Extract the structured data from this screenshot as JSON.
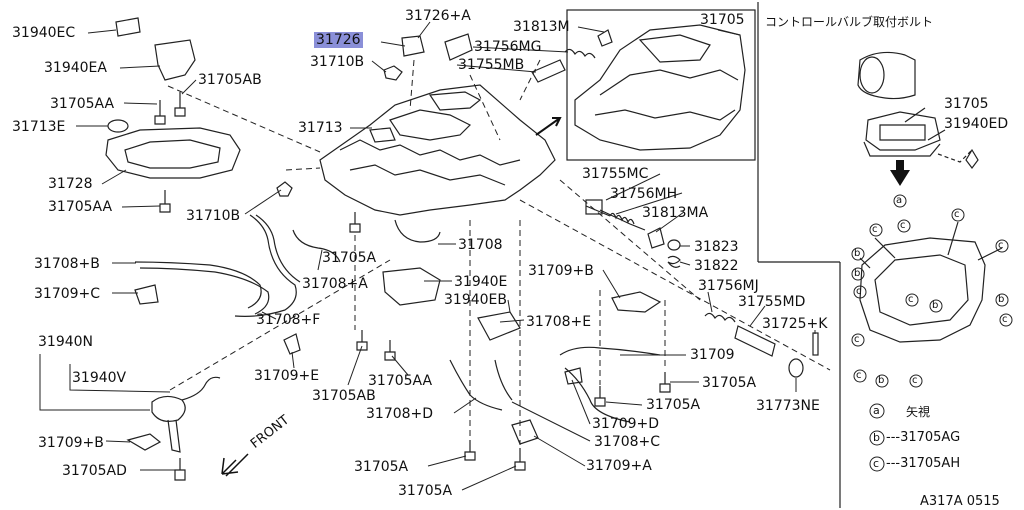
{
  "diagram": {
    "part_numbers": {
      "p31940ec": "31940EC",
      "p31940ea": "31940EA",
      "p31705ab_top": "31705AB",
      "p31705aa_left": "31705AA",
      "p31713e": "31713E",
      "p31728": "31728",
      "p31705aa_left2": "31705AA",
      "p31710b_left": "31710B",
      "p31726": "31726",
      "p31710b_top": "31710B",
      "p31726a": "31726+A",
      "p31813m": "31813M",
      "p31756mg": "31756MG",
      "p31755mb": "31755MB",
      "p31705_top": "31705",
      "p31713": "31713",
      "p31708_mid": "31708",
      "p31705a_mid": "31705A",
      "p31708b": "31708+B",
      "p31709c": "31709+C",
      "p31708a": "31708+A",
      "p31940e": "31940E",
      "p31940eb": "31940EB",
      "p31708f": "31708+F",
      "p31709b_mid": "31709+B",
      "p31755mc": "31755MC",
      "p31756mh": "31756MH",
      "p31813ma": "31813MA",
      "p31823": "31823",
      "p31822": "31822",
      "p31756mj": "31756MJ",
      "p31755md": "31755MD",
      "p31725k": "31725+K",
      "p31773ne": "31773NE",
      "p31708e": "31708+E",
      "p31709": "31709",
      "p31705a_r1": "31705A",
      "p31705a_r2": "31705A",
      "p31709d": "31709+D",
      "p31708c": "31708+C",
      "p31709a": "31709+A",
      "p31940n": "31940N",
      "p31940v": "31940V",
      "p31709e": "31709+E",
      "p31705ab_mid": "31705AB",
      "p31705aa_mid": "31705AA",
      "p31708d": "31708+D",
      "p31709b_bot": "31709+B",
      "p31705ad": "31705AD",
      "p31705a_bot1": "31705A",
      "p31705a_bot2": "31705A"
    },
    "front_label": "FRONT",
    "diagram_code": "A317A 0515"
  },
  "inset": {
    "title": "コントロールバルブ取付ボルト",
    "part_31705": "31705",
    "part_31940ed": "31940ED",
    "marker_a": "a",
    "marker_b": "b",
    "marker_c": "c",
    "legend": [
      {
        "symbol": "a",
        "text": "矢視"
      },
      {
        "symbol": "b",
        "text": "---31705AG"
      },
      {
        "symbol": "c",
        "text": "---31705AH"
      }
    ]
  }
}
